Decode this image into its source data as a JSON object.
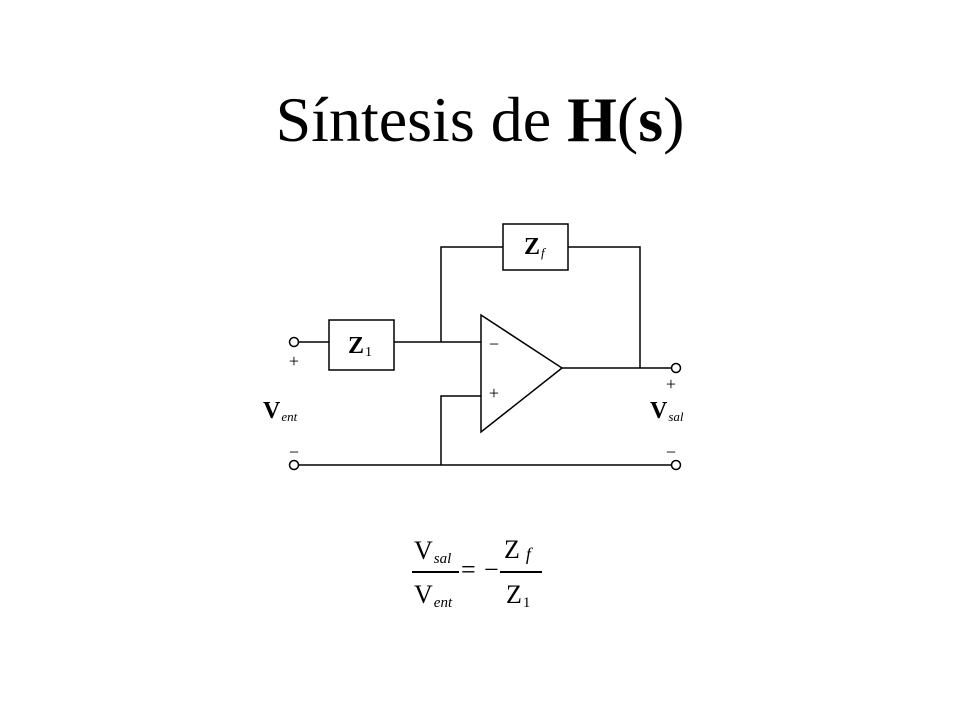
{
  "title": {
    "prefix": "Síntesis de ",
    "bold_h": "H",
    "open": "(",
    "bold_s": "s",
    "close": ")"
  },
  "circuit": {
    "z1": {
      "main": "Z",
      "sub": "1"
    },
    "zf": {
      "main": "Z",
      "sub": "f"
    },
    "vin": {
      "main": "V",
      "sub": "ent",
      "plus": "+",
      "minus": "−"
    },
    "vout": {
      "main": "V",
      "sub": "sal",
      "plus": "+",
      "minus": "−"
    },
    "opamp": {
      "inverting": "−",
      "noninverting": "+"
    }
  },
  "formula": {
    "left_num": {
      "main": "V",
      "sub": "sal"
    },
    "left_den": {
      "main": "V",
      "sub": "ent"
    },
    "equals": "=",
    "minus": "−",
    "right_num": {
      "main": "Z",
      "sub": "f"
    },
    "right_den": {
      "main": "Z",
      "sub": "1"
    }
  }
}
